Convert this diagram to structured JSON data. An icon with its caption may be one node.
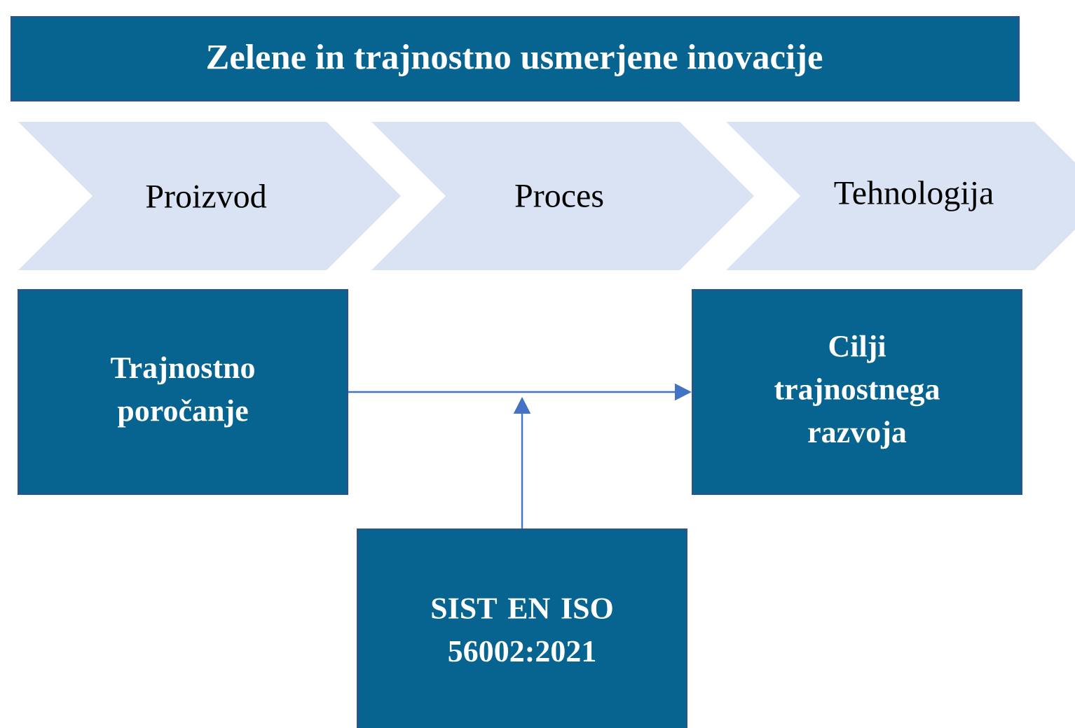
{
  "diagram": {
    "title": "Zelene in trajnostno usmerjene inovacije",
    "nodes": [
      {
        "text": [
          "Proizvod"
        ]
      },
      {
        "text": [
          "Proces"
        ]
      },
      {
        "text": [
          "Tehnologija"
        ]
      },
      {
        "text": [
          "Trajnostno poročanje"
        ]
      },
      {
        "text": [
          "Cilji trajnostnega razvoja"
        ]
      },
      {
        "text": [
          "SIST EN ISO 56002:2021"
        ]
      }
    ],
    "edges": [
      {
        "from": 3,
        "to": 4,
        "arrow": "to"
      },
      {
        "from": 5,
        "to": null,
        "arrow": "to"
      }
    ]
  }
}
